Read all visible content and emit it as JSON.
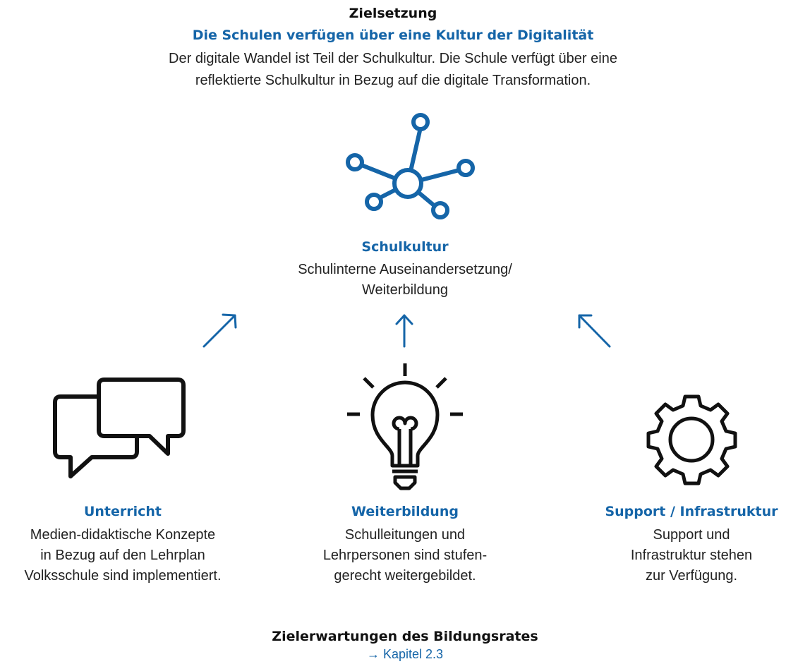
{
  "goal": {
    "label": "Zielsetzung",
    "title": "Die Schulen verfügen über eine Kultur der Digitalität",
    "desc_line1": "Der digitale Wandel ist Teil der Schulkultur. Die Schule verfügt über eine",
    "desc_line2": "reflektierte Schulkultur in Bezug auf die digitale Transformation."
  },
  "center_node": {
    "title": "Schulkultur",
    "line1": "Schulinterne Auseinandersetzung/",
    "line2": "Weiterbildung",
    "icon": "network-icon"
  },
  "nodes": [
    {
      "title": "Unterricht",
      "line1": "Medien-didaktische Konzepte",
      "line2": "in Bezug auf den Lehrplan",
      "line3": "Volksschule sind implementiert.",
      "icon": "speech-bubbles-icon"
    },
    {
      "title": "Weiterbildung",
      "line1": "Schulleitungen und",
      "line2": "Lehrpersonen sind stufen-",
      "line3": "gerecht weitergebildet.",
      "icon": "lightbulb-icon"
    },
    {
      "title": "Support / Infrastruktur",
      "line1": "Support und",
      "line2": "Infrastruktur stehen",
      "line3": "zur Verfügung.",
      "icon": "gear-icon"
    }
  ],
  "footer": {
    "title": "Zielerwartungen des Bildungsrates",
    "link": "→ Kapitel 2.3"
  },
  "colors": {
    "accent": "#1565a8",
    "text": "#222222",
    "icon_dark": "#111111"
  }
}
